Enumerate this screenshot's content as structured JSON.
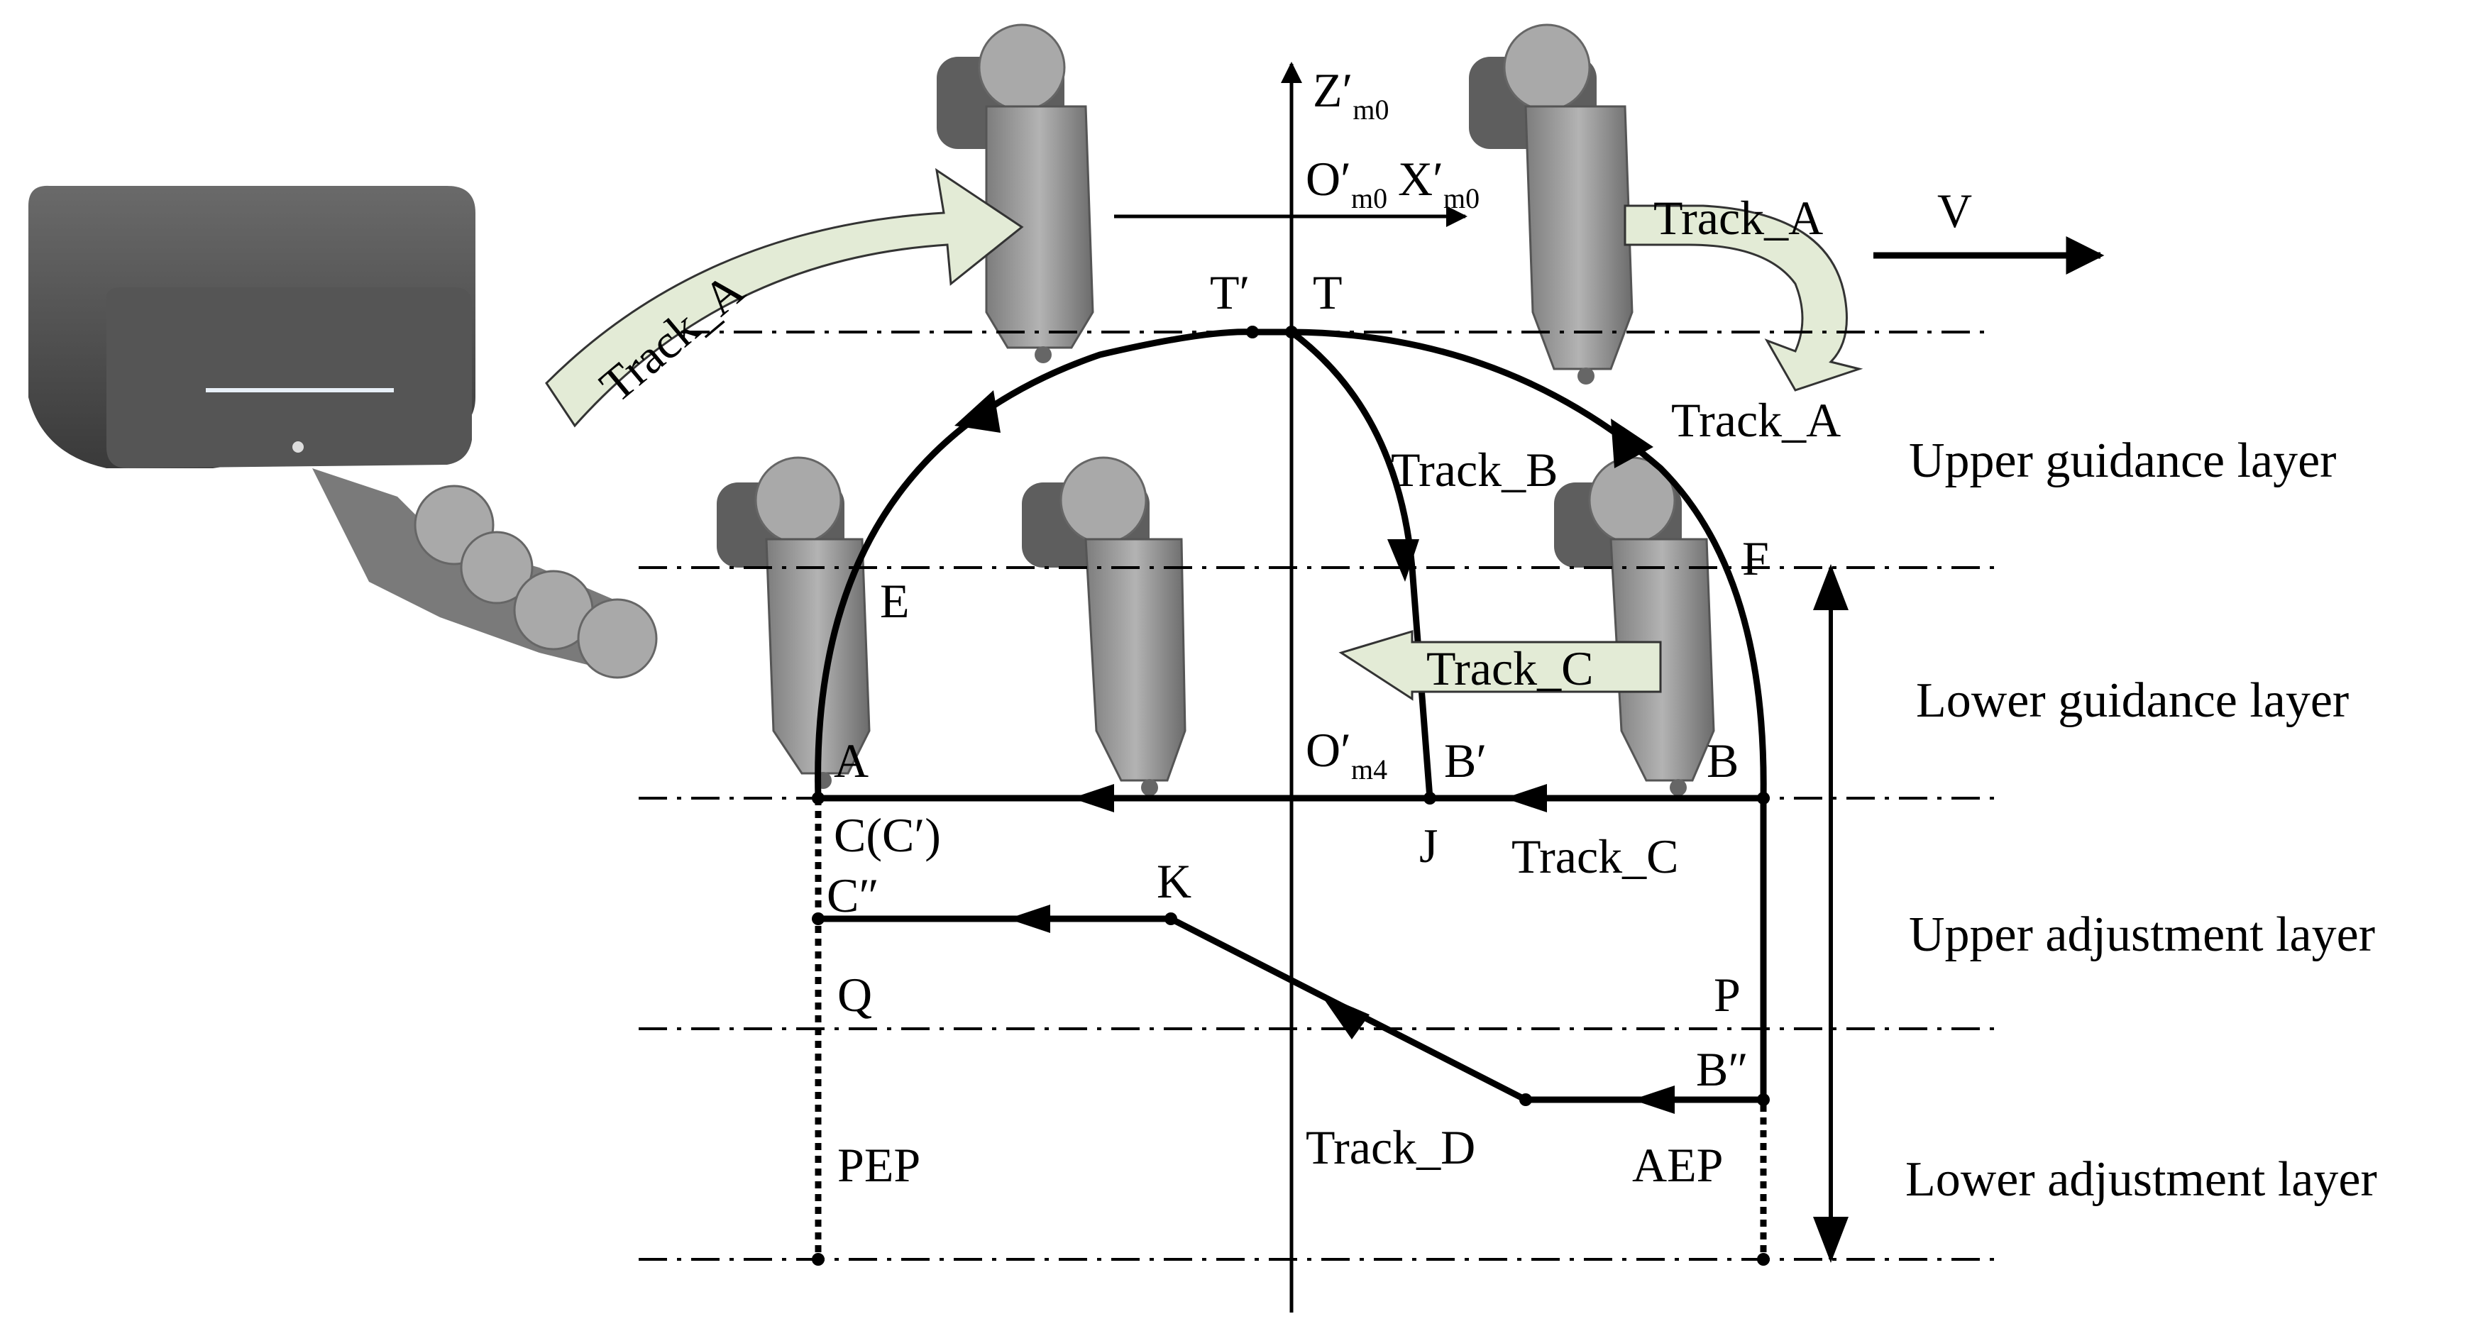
{
  "axes": {
    "z_label": "Z",
    "z_sup": "′",
    "z_sub": "m0",
    "origin_label": "O",
    "origin_sup": "′",
    "origin_sub": "m0",
    "x_label": "X",
    "x_sup": "′",
    "x_sub": "m0"
  },
  "points": {
    "T_prime": "T′",
    "T": "T",
    "E": "E",
    "F": "F",
    "A": "A",
    "B": "B",
    "B_prime": "B′",
    "O_m4": "O",
    "O_m4_sup": "′",
    "O_m4_sub": "m4",
    "J": "J",
    "C": "C(C′)",
    "C_dbl": "C″",
    "K": "K",
    "Q": "Q",
    "P": "P",
    "B_dbl": "B″",
    "PEP": "PEP",
    "AEP": "AEP"
  },
  "tracks": {
    "track_a_left": "Track_A",
    "track_a_right": "Track_A",
    "track_a_below": "Track_A",
    "track_b": "Track_B",
    "track_c_arrow": "Track_C",
    "track_c": "Track_C",
    "track_d": "Track_D"
  },
  "velocity": "V",
  "layers": {
    "upper_guidance": "Upper guidance layer",
    "lower_guidance": "Lower guidance layer",
    "upper_adjustment": "Upper adjustment layer",
    "lower_adjustment": "Lower adjustment layer"
  },
  "colors": {
    "arrow_fill": "#e3ebd6",
    "robot_gray": "#8f8f8f",
    "body_dark": "#4a4a4a"
  }
}
